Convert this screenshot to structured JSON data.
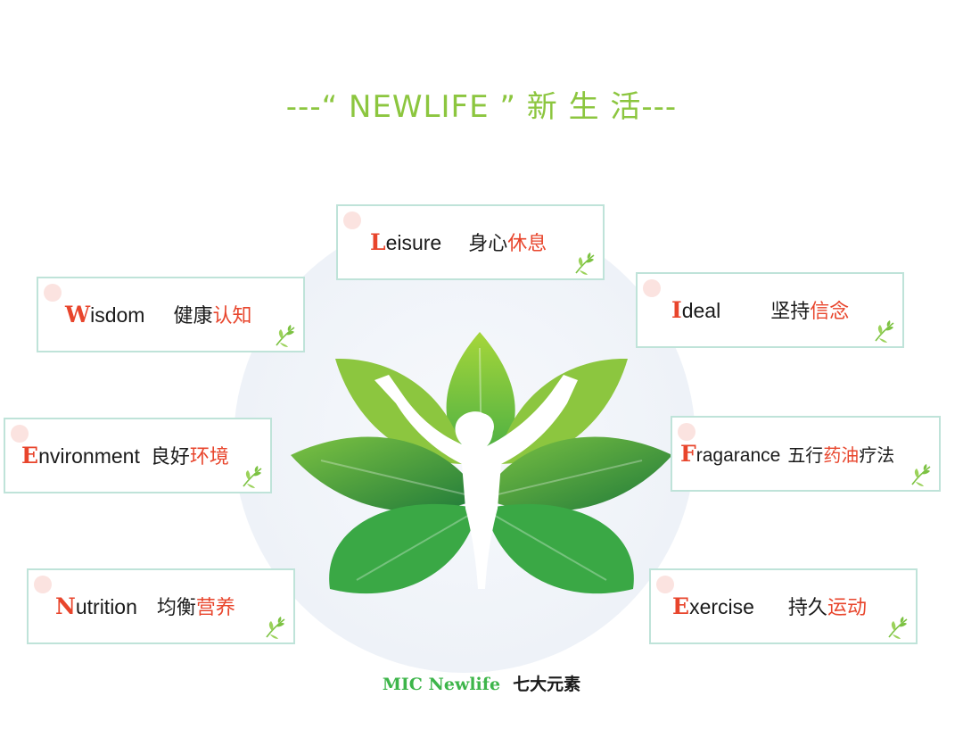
{
  "title": "---“ NEWLIFE ”  新 生 活---",
  "cards": {
    "leisure": {
      "initial": "L",
      "rest": "eisure",
      "zh_black": "身心",
      "zh_red": "休息"
    },
    "wisdom": {
      "initial": "W",
      "rest": "isdom",
      "zh_black": "健康",
      "zh_red": "认知"
    },
    "ideal": {
      "initial": "I",
      "rest": "deal",
      "zh_black": "坚持",
      "zh_red": "信念"
    },
    "environment": {
      "initial": "E",
      "rest": "nvironment",
      "zh_black": "良好",
      "zh_red": "环境"
    },
    "fragarance": {
      "initial": "F",
      "rest": "ragarance",
      "zh_black": "五行",
      "zh_red": "药油",
      "zh_black2": "疗法"
    },
    "nutrition": {
      "initial": "N",
      "rest": "utrition",
      "zh_black": "均衡",
      "zh_red": "营养"
    },
    "exercise": {
      "initial": "E",
      "rest": "xercise",
      "zh_black": "持久",
      "zh_red": "运动"
    }
  },
  "footer": {
    "brand": "MIC Newlife",
    "subtitle": "七大元素"
  },
  "colors": {
    "title_green": "#8cc63f",
    "accent_red": "#e8452c",
    "card_border": "#bfe3d9",
    "leaf_light": "#8cc63f",
    "leaf_dark": "#2e9b3e",
    "brand_green": "#3db54a"
  },
  "icons": {
    "card_corner": "dot",
    "card_decoration": "leaf-sprig-icon",
    "center": "leaf-figure-emblem"
  }
}
